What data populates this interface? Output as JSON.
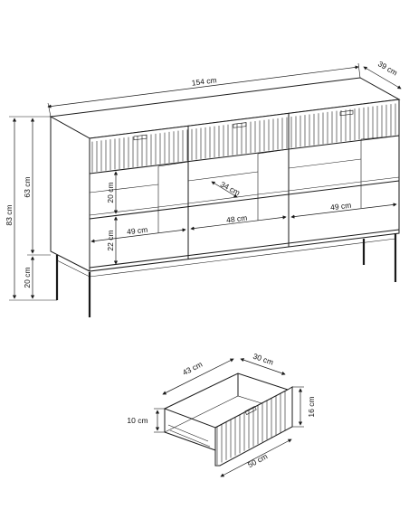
{
  "sideboard": {
    "width_label": "154 cm",
    "depth_label": "39 cm",
    "total_height_label": "83 cm",
    "body_height_label": "63 cm",
    "leg_height_label": "20 cm",
    "upper_shelf_height_label": "20 cm",
    "lower_shelf_height_label": "22 cm",
    "inner_depth_label": "34 cm",
    "left_compartment_width_label": "49 cm",
    "middle_compartment_width_label": "48 cm",
    "right_compartment_width_label": "49 cm"
  },
  "drawer": {
    "inner_width_label": "43 cm",
    "inner_depth_label": "30 cm",
    "front_height_label": "16 cm",
    "inner_height_label": "10 cm",
    "front_width_label": "50 cm"
  }
}
